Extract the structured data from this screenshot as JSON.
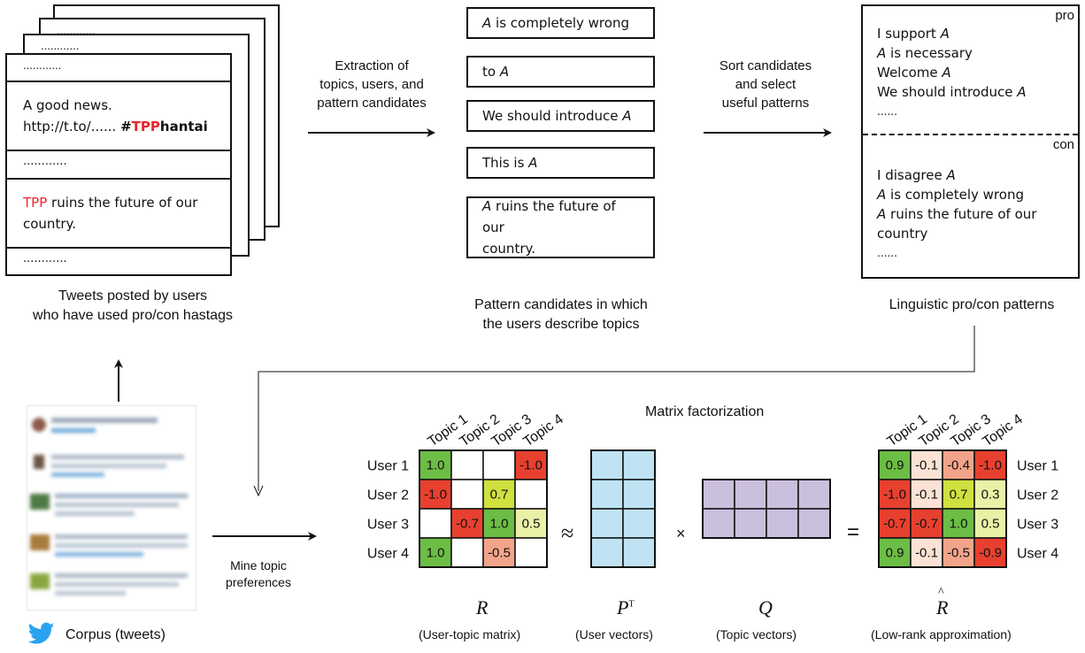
{
  "tweets": {
    "dots": "............",
    "tweet1_line1": "A good news.",
    "tweet1_line2_prefix": "http://t.to/...... ",
    "tweet1_hash": "#",
    "tweet1_tpp": "TPP",
    "tweet1_hantai": "hantai",
    "tweet2_tpp": "TPP",
    "tweet2_rest": " ruins the future of our",
    "tweet2_line2": "country.",
    "caption_line1": "Tweets posted by users",
    "caption_line2": "who have used pro/con hastags"
  },
  "extraction": {
    "line1": "Extraction of",
    "line2": "topics, users, and",
    "line3": "pattern candidates"
  },
  "candidates": {
    "items": [
      {
        "a": "A",
        "text": " is completely wrong"
      },
      {
        "pre": "to ",
        "a": "A"
      },
      {
        "pre": "We should introduce ",
        "a": "A"
      },
      {
        "pre": "This is ",
        "a": "A"
      },
      {
        "a": "A",
        "text": " ruins the future of our",
        "line2": "country."
      }
    ],
    "caption_line1": "Pattern candidates in which",
    "caption_line2": "the users describe topics"
  },
  "sort": {
    "line1": "Sort candidates",
    "line2": "and select",
    "line3": "useful patterns"
  },
  "patterns": {
    "pro_label": "pro",
    "con_label": "con",
    "pro": [
      {
        "pre": "I support ",
        "a": "A"
      },
      {
        "a": "A",
        "post": " is necessary"
      },
      {
        "pre": "Welcome ",
        "a": "A"
      },
      {
        "pre": "We should introduce ",
        "a": "A"
      },
      {
        "pre": "......"
      }
    ],
    "con": [
      {
        "pre": "I disagree ",
        "a": "A"
      },
      {
        "a": "A",
        "post": " is completely wrong"
      },
      {
        "a": "A",
        "post": " ruins the future of our"
      },
      {
        "pre": "country"
      },
      {
        "pre": "......"
      }
    ],
    "caption": "Linguistic pro/con patterns"
  },
  "corpus_label": "Corpus (tweets)",
  "mine": {
    "line1": "Mine topic",
    "line2": "preferences"
  },
  "factorization_title": "Matrix factorization",
  "topics": [
    "Topic 1",
    "Topic 2",
    "Topic 3",
    "Topic 4"
  ],
  "users": [
    "User 1",
    "User 2",
    "User 3",
    "User 4"
  ],
  "matrix_R": [
    [
      "1.0",
      "",
      "",
      "-1.0"
    ],
    [
      "-1.0",
      "",
      "0.7",
      ""
    ],
    [
      "",
      "-0.7",
      "1.0",
      "0.5"
    ],
    [
      "1.0",
      "",
      "-0.5",
      ""
    ]
  ],
  "matrix_Rhat": [
    [
      "0.9",
      "-0.1",
      "-0.4",
      "-1.0"
    ],
    [
      "-1.0",
      "-0.1",
      "0.7",
      "0.3"
    ],
    [
      "-0.7",
      "-0.7",
      "1.0",
      "0.5"
    ],
    [
      "0.9",
      "-0.1",
      "-0.5",
      "-0.9"
    ]
  ],
  "operators": {
    "approx": "≈",
    "times": "×",
    "equals": "="
  },
  "symbols": {
    "R": "R",
    "P": "P",
    "P_sup": "T",
    "Q": "Q",
    "Rhat": "R",
    "hat": "^"
  },
  "captions": {
    "R": "(User-topic matrix)",
    "P": "(User vectors)",
    "Q": "(Topic vectors)",
    "Rhat": "(Low-rank approximation)"
  },
  "colors": {
    "accent_red": "#e8262b",
    "cell_green": "#6cbd45",
    "cell_red": "#e8402f",
    "cell_yellow": "#cfe03f",
    "cell_salmon": "#f2a48a",
    "cell_peach": "#fbe2d4",
    "cell_lightyellow": "#eaf0a6",
    "user_vec": "#bfe3f3",
    "topic_vec": "#cbbfde",
    "twitter_blue": "#2aa3ef"
  }
}
